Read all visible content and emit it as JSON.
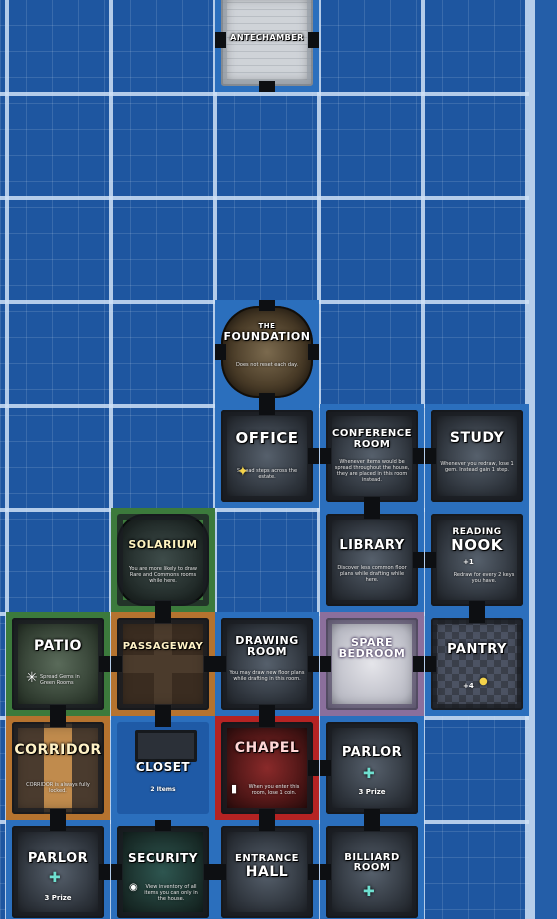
{
  "board": {
    "rooms": [
      {
        "id": "antechamber",
        "title": "ANTECHAMBER",
        "desc": "",
        "stat": ""
      },
      {
        "id": "foundation",
        "title_small": "THE",
        "title": "FOUNDATION",
        "desc": "Does not reset each day.",
        "stat": ""
      },
      {
        "id": "office",
        "title": "OFFICE",
        "desc": "Spread steps across the estate.",
        "stat": ""
      },
      {
        "id": "conference",
        "title": "CONFERENCE ROOM",
        "desc": "Whenever items would be spread throughout the house, they are placed in this room instead.",
        "stat": ""
      },
      {
        "id": "study",
        "title": "STUDY",
        "desc": "Whenever you redraw, lose 1 gem. Instead gain 1 step.",
        "stat": ""
      },
      {
        "id": "solarium",
        "title": "SOLARIUM",
        "desc": "You are more likely to draw Rare and Commons rooms while here.",
        "stat": ""
      },
      {
        "id": "library",
        "title": "LIBRARY",
        "desc": "Discover less common floor plans while drafting while here.",
        "stat": ""
      },
      {
        "id": "reading",
        "title_small": "READING",
        "title": "NOOK",
        "desc": "Redraw for every 2 keys you have.",
        "stat": "+1"
      },
      {
        "id": "patio",
        "title": "PATIO",
        "desc": "Spread Gems in Green Rooms",
        "stat": ""
      },
      {
        "id": "passageway",
        "title": "PASSAGEWAY",
        "desc": "",
        "stat": ""
      },
      {
        "id": "drawing",
        "title": "DRAWING ROOM",
        "desc": "You may draw new floor plans while drafting in this room.",
        "stat": ""
      },
      {
        "id": "spare",
        "title": "SPARE BEDROOM",
        "desc": "",
        "stat": ""
      },
      {
        "id": "pantry",
        "title": "PANTRY",
        "desc": "",
        "stat": "+4"
      },
      {
        "id": "corridor",
        "title": "CORRIDOR",
        "desc": "CORRIDOR is always fully locked.",
        "stat": ""
      },
      {
        "id": "closet",
        "title": "CLOSET",
        "desc": "",
        "stat": "2 Items"
      },
      {
        "id": "chapel",
        "title": "CHAPEL",
        "desc": "When you enter this room, lose 1 coin.",
        "stat": ""
      },
      {
        "id": "parlor-right",
        "title": "PARLOR",
        "desc": "",
        "stat": "3 Prize"
      },
      {
        "id": "parlor-left",
        "title": "PARLOR",
        "desc": "",
        "stat": "3 Prize"
      },
      {
        "id": "security",
        "title": "SECURITY",
        "desc": "View inventory of all items you can only in the house.",
        "stat": ""
      },
      {
        "id": "entrance",
        "title_small": "ENTRANCE",
        "title": "HALL",
        "desc": "",
        "stat": ""
      },
      {
        "id": "billiard",
        "title": "BILLIARD ROOM",
        "desc": "",
        "stat": ""
      }
    ]
  }
}
